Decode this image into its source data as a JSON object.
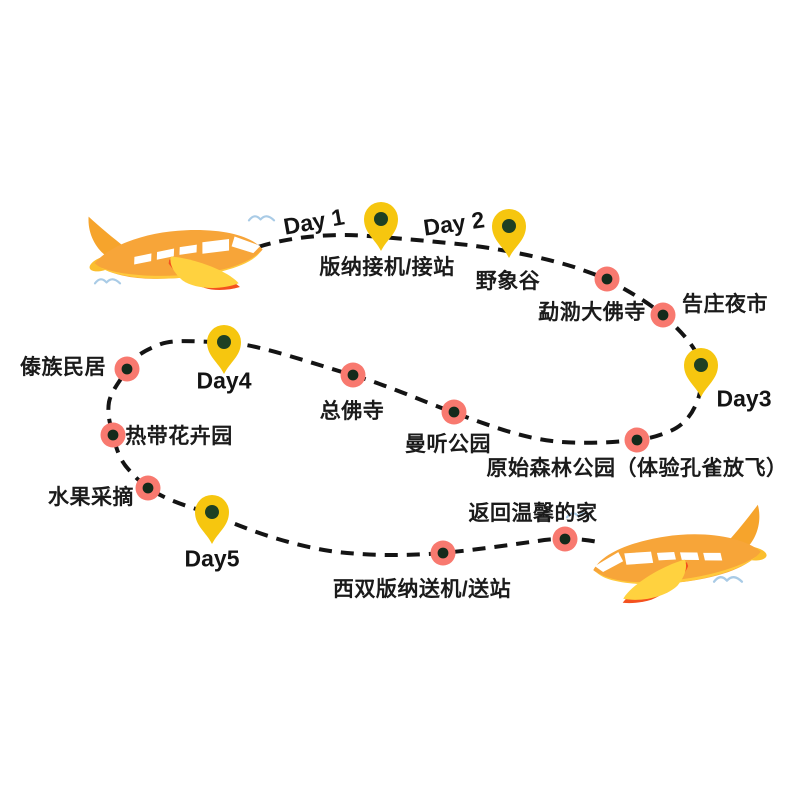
{
  "diagram": {
    "type": "travel-itinerary-route",
    "days": [
      {
        "label": "Day 1"
      },
      {
        "label": "Day 2"
      },
      {
        "label": "Day3"
      },
      {
        "label": "Day4"
      },
      {
        "label": "Day5"
      }
    ],
    "stops": [
      {
        "name": "版纳接机/接站"
      },
      {
        "name": "野象谷"
      },
      {
        "name": "勐泐大佛寺"
      },
      {
        "name": "告庄夜市"
      },
      {
        "name": "原始森林公园（体验孔雀放飞）"
      },
      {
        "name": "曼听公园"
      },
      {
        "name": "总佛寺"
      },
      {
        "name": "傣族民居"
      },
      {
        "name": "热带花卉园"
      },
      {
        "name": "水果采摘"
      },
      {
        "name": "西双版纳送机/送站"
      },
      {
        "name": "返回温馨的家"
      }
    ],
    "icons": {
      "plane": "airplane-icon",
      "pin": "map-pin-icon",
      "stop": "stop-dot-icon",
      "bird": "bird-icon"
    },
    "colors": {
      "path": "#141414",
      "pin": "#F6C60F",
      "pin_center": "#1E4023",
      "stop_dot": "#F8796F",
      "stop_center": "#132A1B",
      "plane_body": "#F7A539",
      "plane_belly": "#FFC93C",
      "plane_wing": "#FFD23F",
      "plane_accent": "#F4511E",
      "bird": "#A9CBE6",
      "text": "#1B1B1B"
    }
  }
}
